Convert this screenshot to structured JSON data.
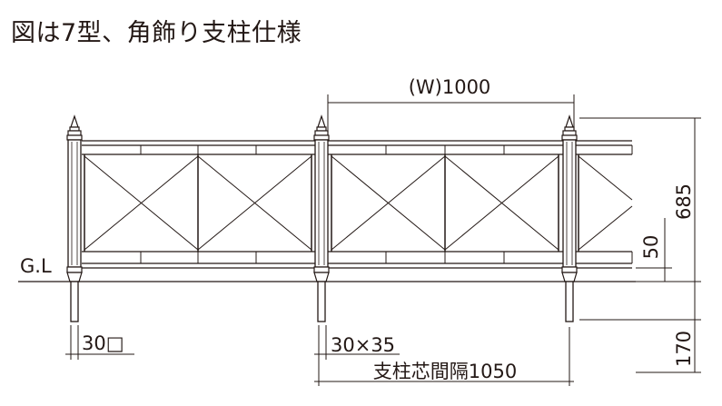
{
  "title": "図は7型、角飾り支柱仕様",
  "dimensions": {
    "width_label": "(W)1000",
    "height_label": "685",
    "bottom_gap_label": "50",
    "embed_label": "170",
    "post_size_label": "30□",
    "post_size2_label": "30×35",
    "pitch_label": "支柱芯間隔1050"
  },
  "ground_label": "G.L",
  "colors": {
    "line": "#231815",
    "background": "#ffffff"
  }
}
